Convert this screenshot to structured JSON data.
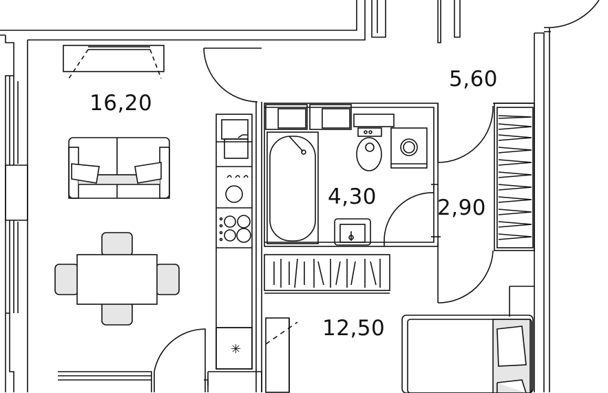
{
  "rooms": {
    "living_room_area": "16,20",
    "hallway_area": "5,60",
    "bathroom_area": "4,30",
    "wardrobe_area": "2,90",
    "bedroom_area": "12,50"
  },
  "icons": {
    "fridge_symbol": "✳"
  },
  "colors": {
    "line": "#111111",
    "background": "#ffffff",
    "fill_light": "#e6e6e6"
  }
}
